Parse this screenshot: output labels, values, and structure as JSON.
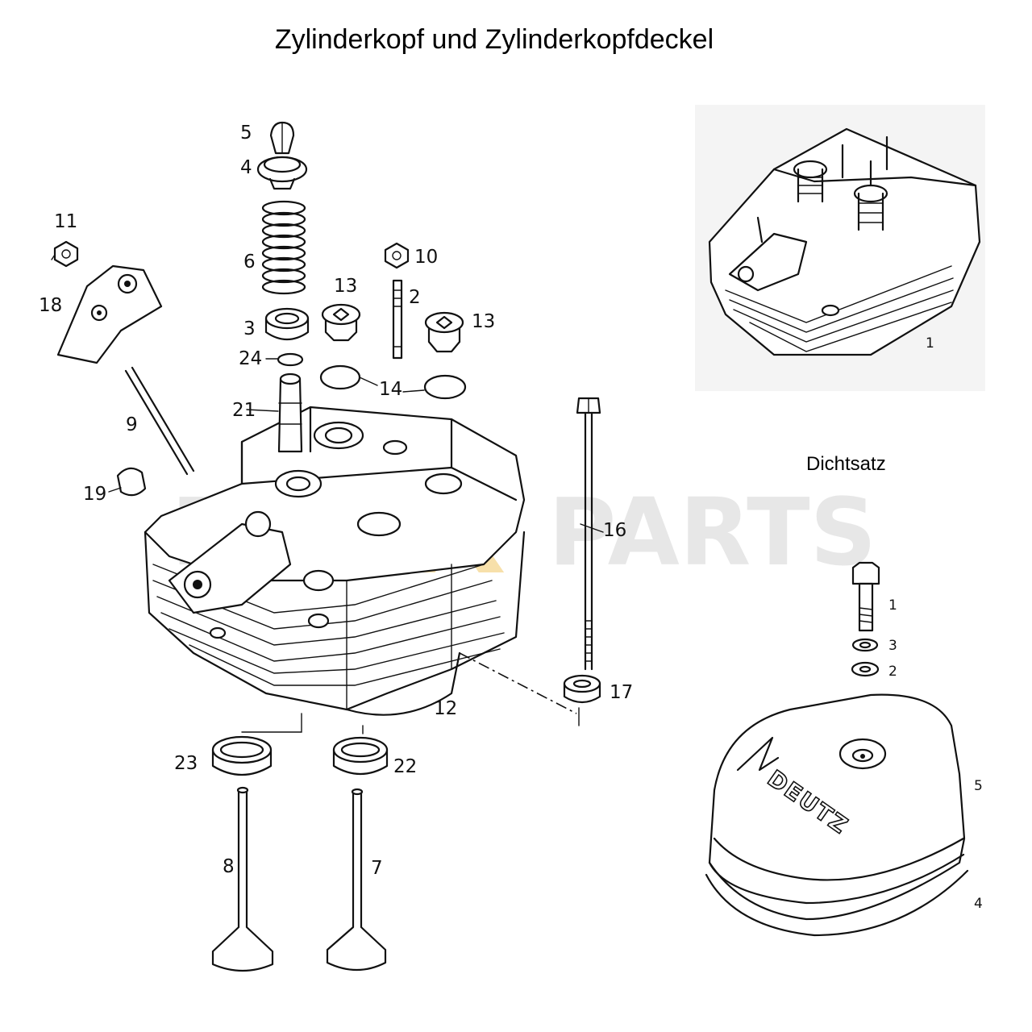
{
  "title": "Zylinderkopf und Zylinderkopfdeckel",
  "dichtsatz_label": "Dichtsatz",
  "watermark": {
    "left": "FU",
    "x1": "X",
    "x2": "X",
    "right": "PARTS"
  },
  "cover_logo": "DEUTZ",
  "main_callouts": {
    "c5": "5",
    "c4": "4",
    "c6": "6",
    "c3": "3",
    "c24": "24",
    "c21": "21",
    "c11": "11",
    "c18": "18",
    "c9": "9",
    "c19": "19",
    "c10": "10",
    "c2": "2",
    "c13a": "13",
    "c13b": "13",
    "c14": "14",
    "c16": "16",
    "c17": "17",
    "c12": "12",
    "c23": "23",
    "c22": "22",
    "c8": "8",
    "c7": "7"
  },
  "thumb_callouts": {
    "c1": "1"
  },
  "kit_callouts": {
    "c1": "1",
    "c3": "3",
    "c2": "2",
    "c5": "5",
    "c4": "4"
  },
  "colors": {
    "ink": "#111111",
    "watermark_gray": "#d4d4d4",
    "watermark_yellow": "#f1c766"
  }
}
